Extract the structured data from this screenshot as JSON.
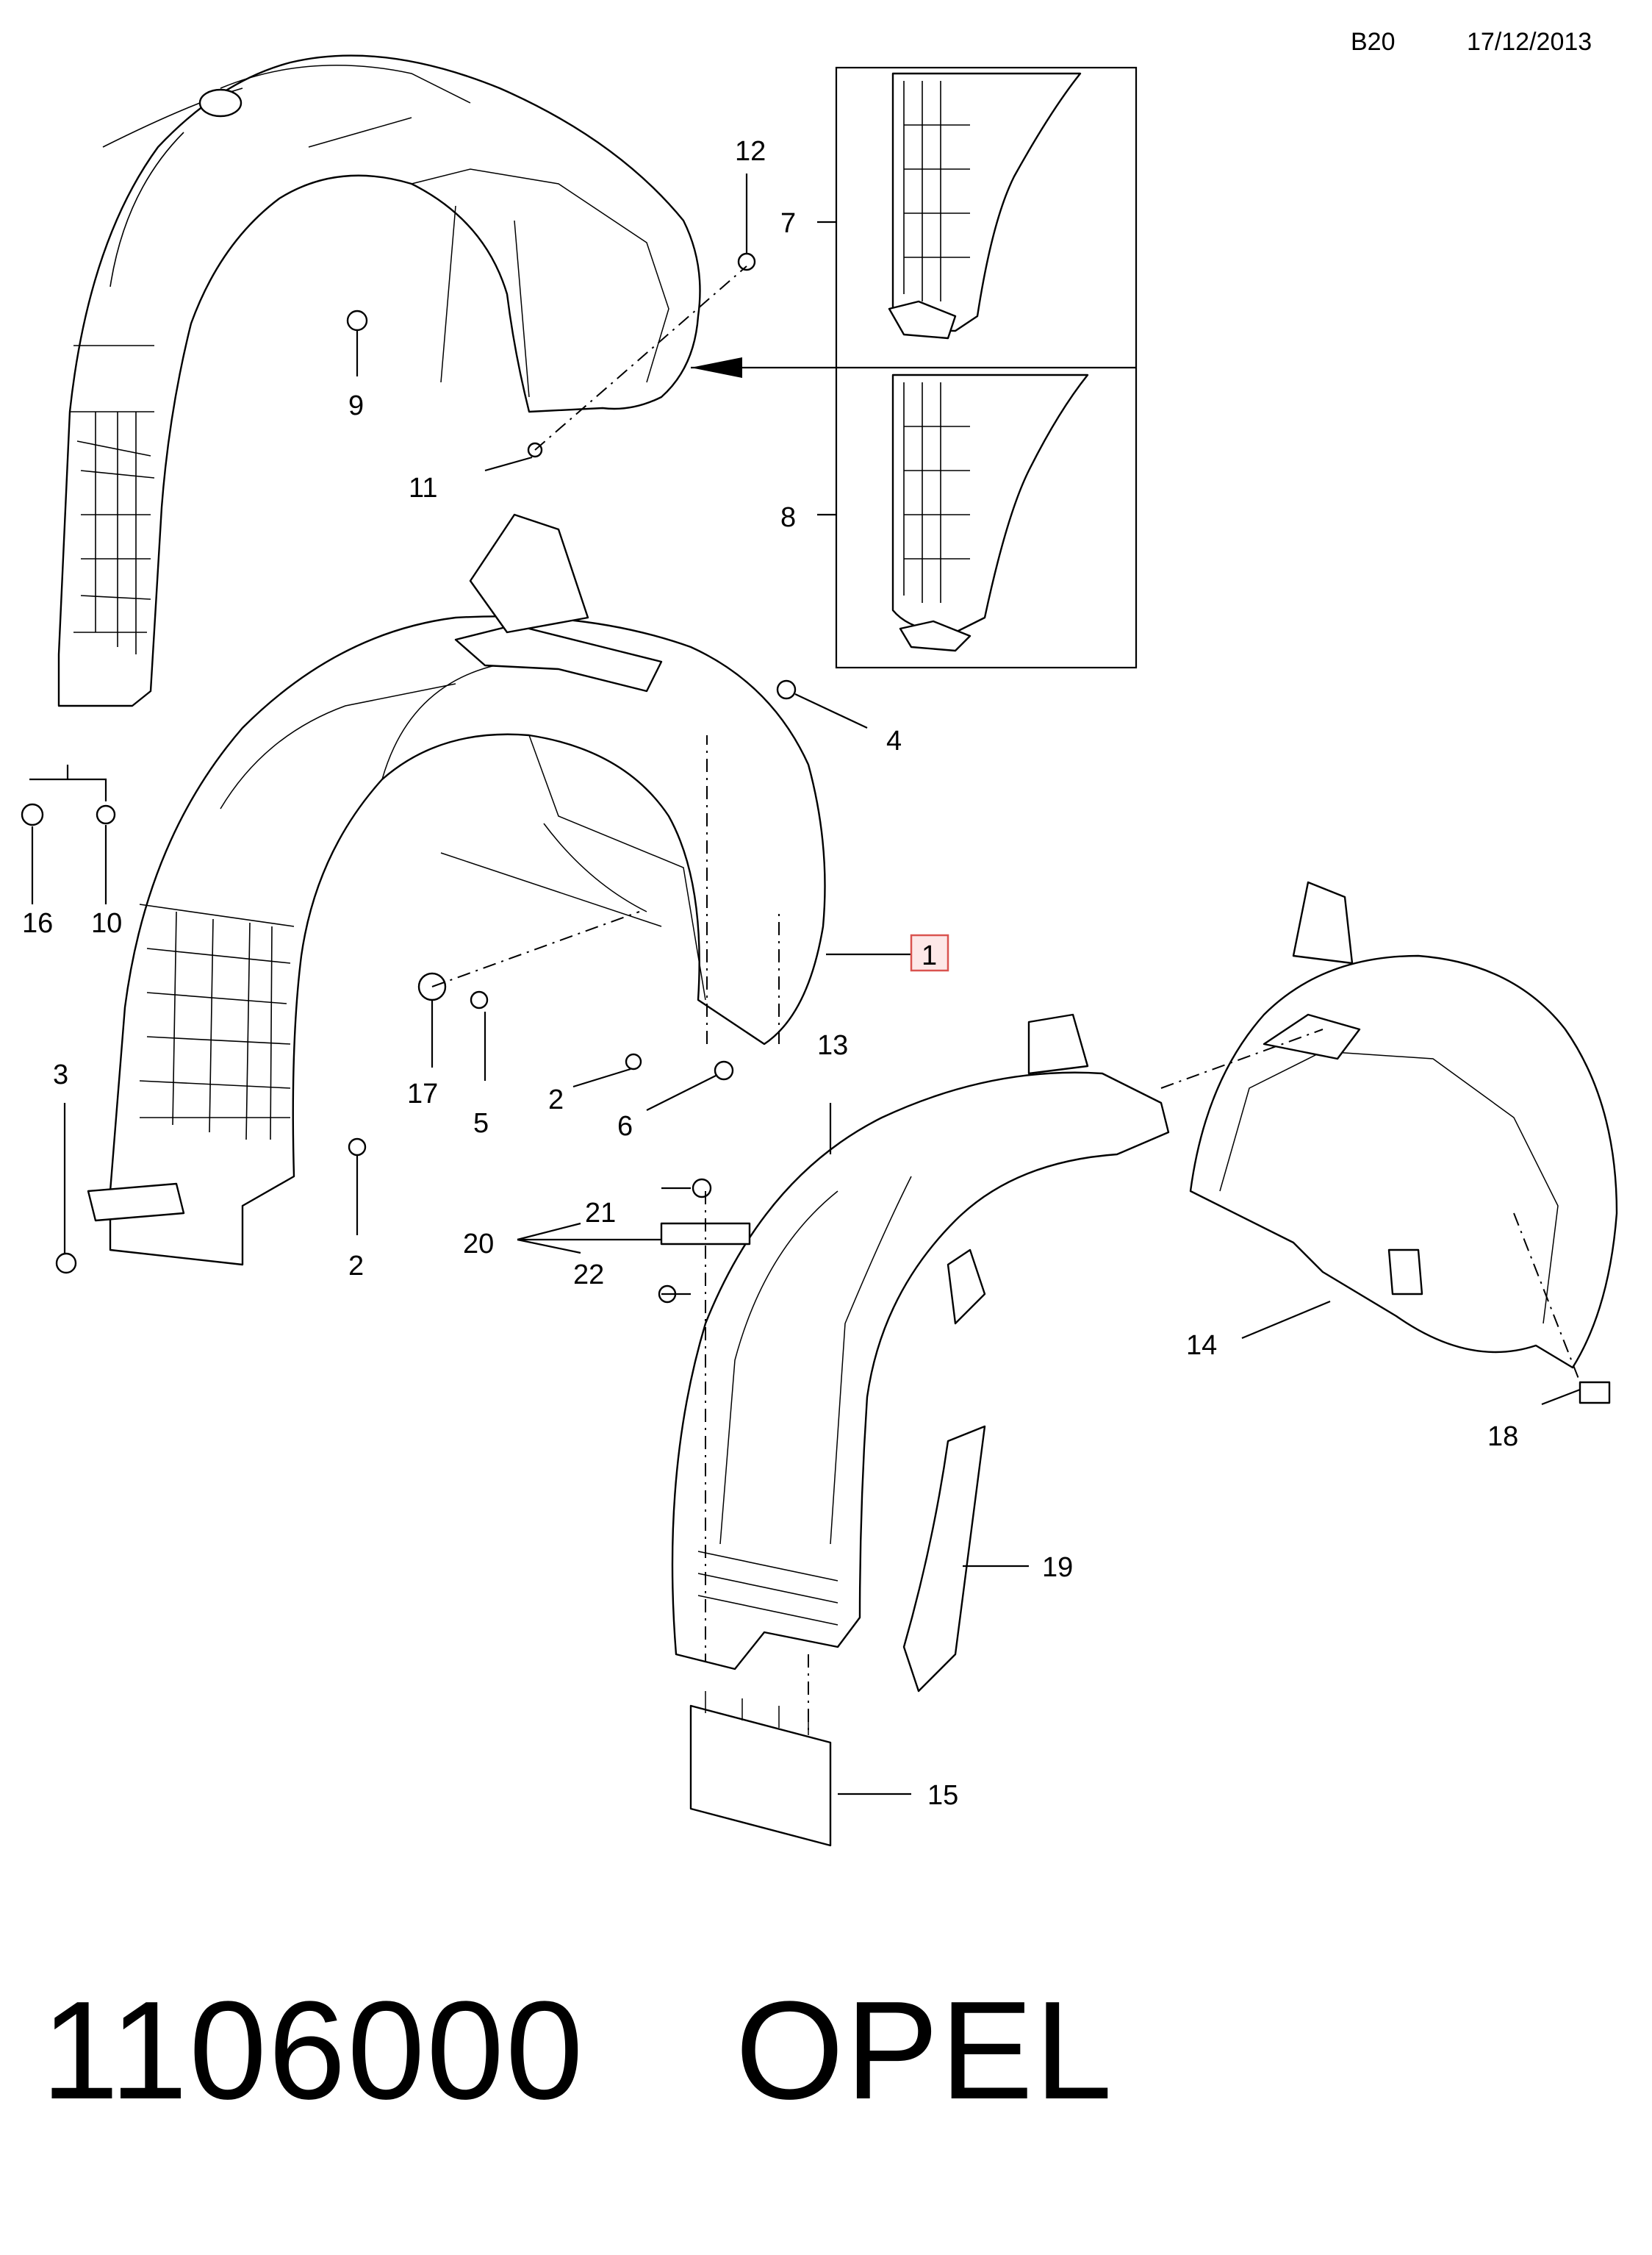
{
  "header": {
    "code": "B20",
    "date": "17/12/2013"
  },
  "footer": {
    "part_number": "1106000",
    "brand": "OPEL"
  },
  "callouts": {
    "c1": "1",
    "c2a": "2",
    "c2b": "2",
    "c3": "3",
    "c4": "4",
    "c5": "5",
    "c6": "6",
    "c7": "7",
    "c8": "8",
    "c9": "9",
    "c10": "10",
    "c11": "11",
    "c12": "12",
    "c13": "13",
    "c14": "14",
    "c15": "15",
    "c16": "16",
    "c17": "17",
    "c18": "18",
    "c19": "19",
    "c20": "20",
    "c21": "21",
    "c22": "22"
  },
  "highlight": {
    "callout": "1",
    "border_color": "#d9534f",
    "fill_color": "#fde8e8"
  }
}
